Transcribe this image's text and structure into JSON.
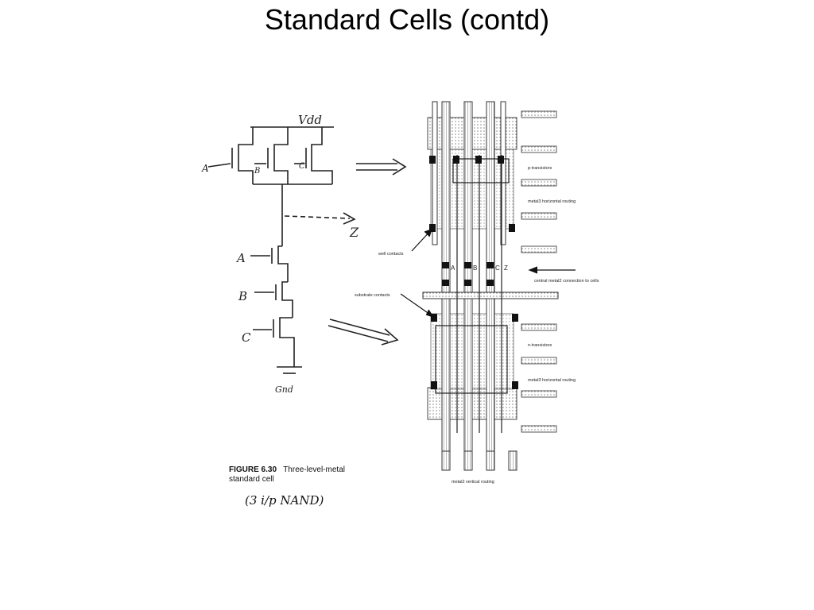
{
  "title": "Standard Cells (contd)",
  "schematic": {
    "vdd": "Vdd",
    "gnd": "Gnd",
    "output": "Z",
    "inputs": [
      "A",
      "B",
      "C"
    ],
    "pmos_labels": [
      "A",
      "B",
      "C"
    ]
  },
  "layout": {
    "pin_labels": [
      "A",
      "B",
      "C",
      "Z"
    ],
    "annotations": {
      "well_contacts": "well contacts",
      "substrate_contacts": "substrate contacts",
      "p_transistors": "p-transistors",
      "metal_horizontal_top": "metal3 horizontal routing",
      "central_metal2": "central metal2 connection to cells",
      "n_transistors": "n-transistors",
      "metal_horizontal_bottom": "metal3 horizontal routing",
      "metal_vertical": "metal2 vertical routing"
    }
  },
  "caption": {
    "figure_number": "FIGURE 6.30",
    "text": "Three-level-metal standard cell",
    "handwritten_note": "(3 i/p NAND)"
  }
}
